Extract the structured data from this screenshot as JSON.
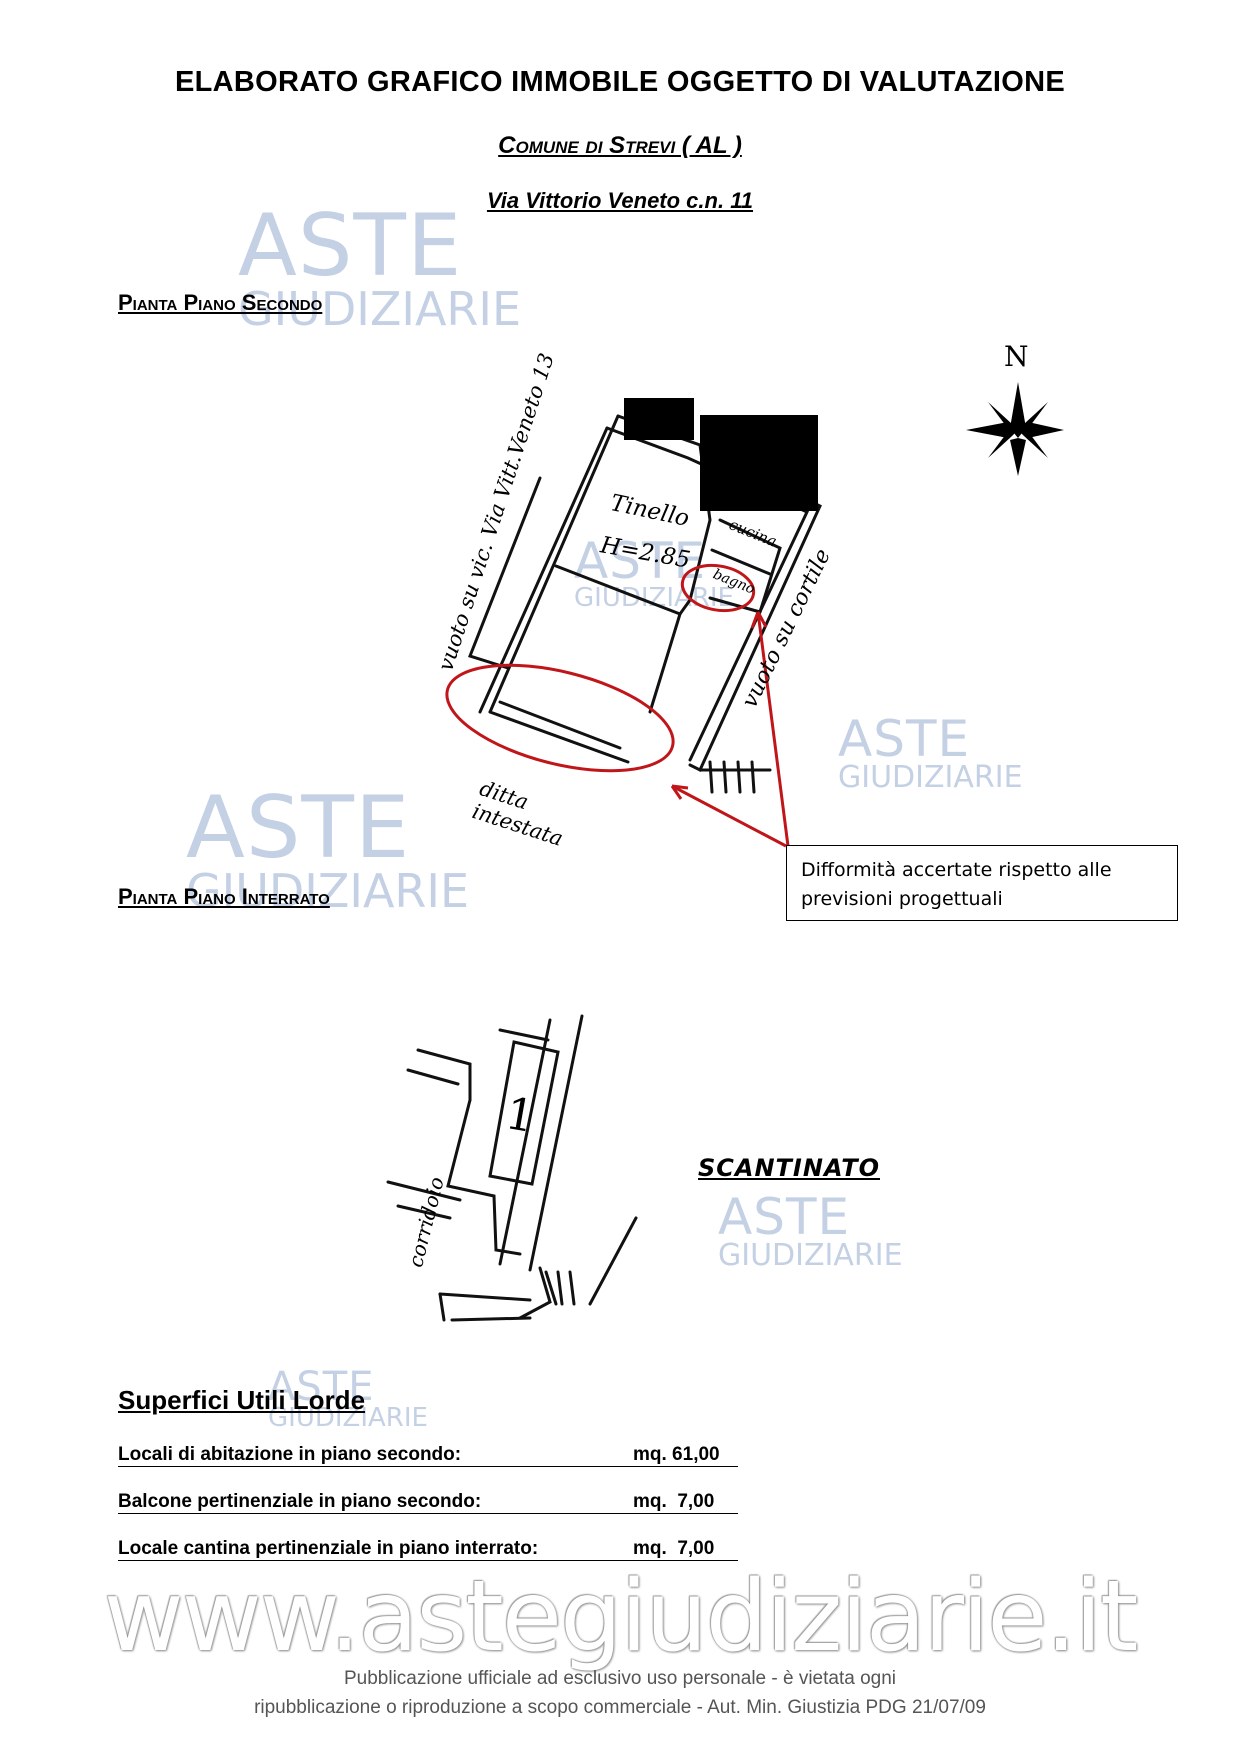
{
  "title": "Elaborato grafico immobile oggetto di valutazione",
  "subtitle": "Comune di Strevi ( AL )",
  "address": "Via Vittorio Veneto c.n. 11",
  "plans": {
    "second_floor": {
      "heading": "Pianta Piano Secondo",
      "labels": {
        "street_void": "vuoto su vic. Via Vitt.Veneto 13",
        "living": "Tinello",
        "height": "H=2.85",
        "kitchen": "cucina",
        "wc": "bagno",
        "courtyard": "vuoto su cortile",
        "neighbor": "ditta intestata"
      }
    },
    "basement": {
      "heading": "Pianta Piano Interrato",
      "labels": {
        "room_number": "1",
        "corridor": "corridoio",
        "cellar": "SCANTINATO"
      }
    }
  },
  "compass": {
    "label": "N"
  },
  "note_box": {
    "text": "Difformità accertate rispetto alle previsioni progettuali"
  },
  "surfaces": {
    "heading": "Superfici Utili Lorde",
    "rows": [
      {
        "label": "Locali di abitazione in piano secondo:",
        "value": "mq. 61,00"
      },
      {
        "label": "Balcone pertinenziale in piano secondo:",
        "value": "mq.  7,00"
      },
      {
        "label": "Locale cantina pertinenziale in piano interrato:",
        "value": "mq.  7,00"
      }
    ]
  },
  "watermark": {
    "line1": "ASTE",
    "line2": "GIUDIZIARIE",
    "site": "www.astegiudiziarie.it"
  },
  "footer": {
    "line1": "Pubblicazione ufficiale ad esclusivo uso personale - è vietata ogni",
    "line2": "ripubblicazione o riproduzione a scopo commerciale - Aut. Min. Giustizia PDG 21/07/09"
  },
  "colors": {
    "highlight": "#c0161a",
    "watermark": "#c4d0e4"
  }
}
